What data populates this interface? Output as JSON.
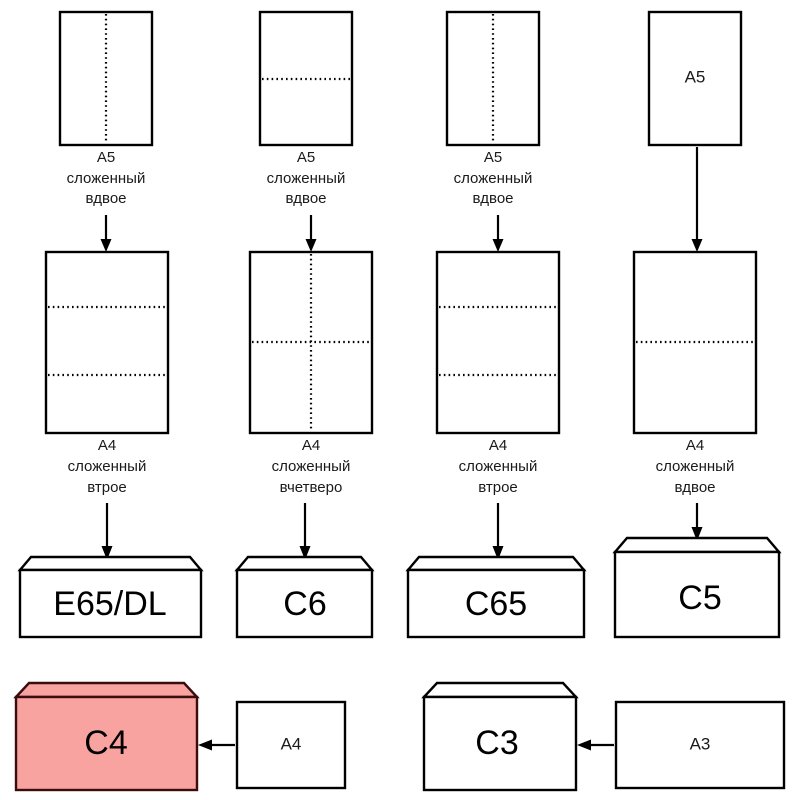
{
  "diagram": {
    "title": "Envelope and paper folding chart",
    "colors": {
      "highlight_fill": "#f9a3a0",
      "highlight_stroke": "#3b0c0c",
      "line": "#000000",
      "background": "#ffffff"
    },
    "columns": [
      {
        "id": "col-1",
        "top": {
          "label": "",
          "caption_lines": [
            "A5",
            "сложенный",
            "вдвое"
          ],
          "fold": "vertical-half"
        },
        "middle": {
          "label": "",
          "caption_lines": [
            "A4",
            "сложенный",
            "втрое"
          ],
          "fold": "horizontal-thirds"
        },
        "envelope": {
          "label": "E65/DL",
          "highlighted": false
        }
      },
      {
        "id": "col-2",
        "top": {
          "label": "",
          "caption_lines": [
            "A5",
            "сложенный",
            "вдвое"
          ],
          "fold": "horizontal-half"
        },
        "middle": {
          "label": "",
          "caption_lines": [
            "A4",
            "сложенный",
            "вчетверо"
          ],
          "fold": "cross-quarters"
        },
        "envelope": {
          "label": "C6",
          "highlighted": false
        }
      },
      {
        "id": "col-3",
        "top": {
          "label": "",
          "caption_lines": [
            "A5",
            "сложенный",
            "вдвое"
          ],
          "fold": "vertical-half"
        },
        "middle": {
          "label": "",
          "caption_lines": [
            "A4",
            "сложенный",
            "втрое"
          ],
          "fold": "horizontal-thirds"
        },
        "envelope": {
          "label": "C65",
          "highlighted": false
        }
      },
      {
        "id": "col-4",
        "top": {
          "label": "A5",
          "caption_lines": [],
          "fold": "none"
        },
        "middle": {
          "label": "",
          "caption_lines": [
            "A4",
            "сложенный",
            "вдвое"
          ],
          "fold": "horizontal-half"
        },
        "envelope": {
          "label": "C5",
          "highlighted": false
        }
      }
    ],
    "bottom_row": [
      {
        "id": "bottom-1",
        "envelope_label": "C4",
        "source_label": "A4",
        "highlighted": true
      },
      {
        "id": "bottom-2",
        "envelope_label": "C3",
        "source_label": "A3",
        "highlighted": false
      }
    ]
  }
}
